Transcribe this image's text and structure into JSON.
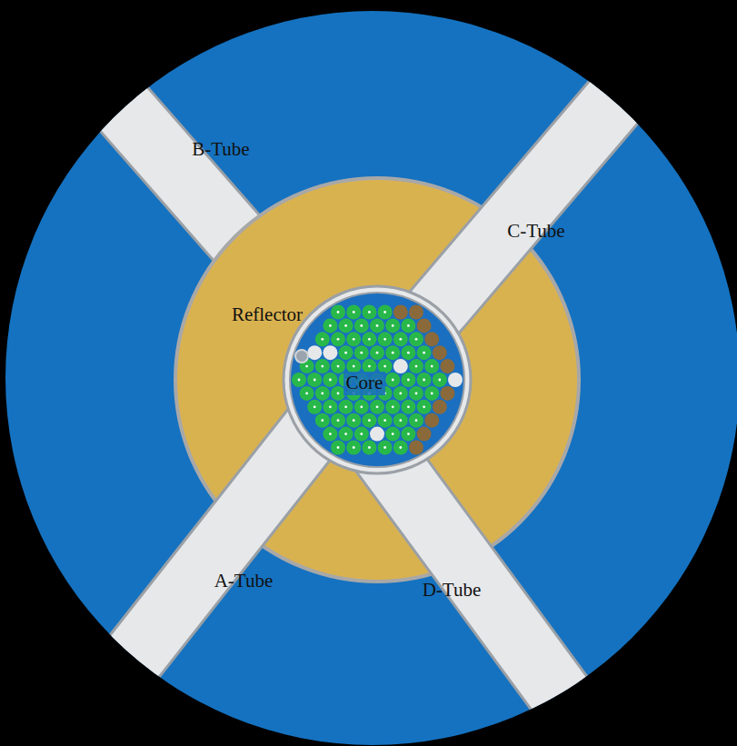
{
  "diagram": {
    "nodes": [
      {
        "text": [
          "B-Tube"
        ]
      },
      {
        "text": [
          "C-Tube"
        ]
      },
      {
        "text": [
          "Reflector"
        ]
      },
      {
        "text": [
          "Core"
        ],
        "in": 2
      },
      {
        "text": [
          "A-Tube"
        ]
      },
      {
        "text": [
          "D-Tube"
        ]
      }
    ]
  }
}
